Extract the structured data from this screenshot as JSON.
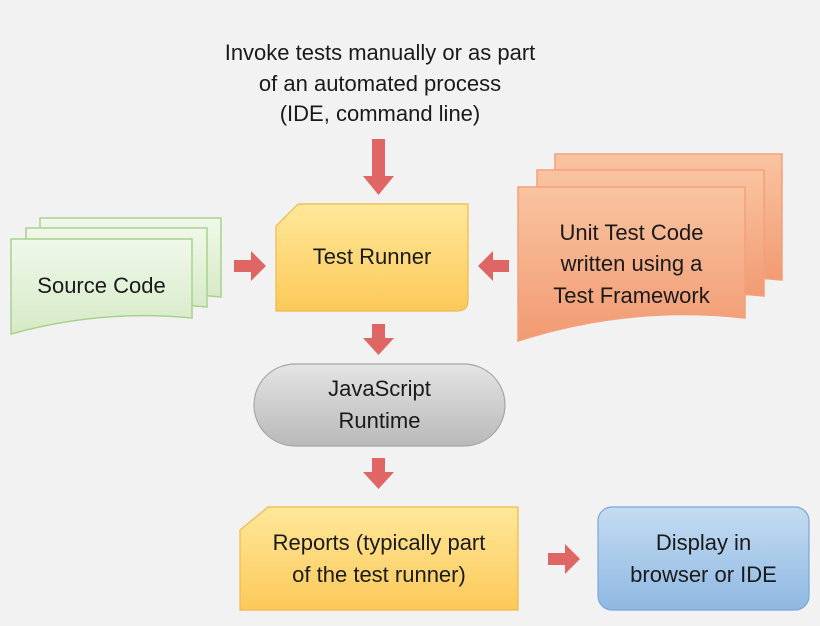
{
  "top_note": {
    "line1": "Invoke tests manually or as part",
    "line2": "of an automated process",
    "line3": "(IDE, command line)"
  },
  "nodes": {
    "source_code": "Source Code",
    "test_runner": "Test Runner",
    "unit_test": {
      "line1": "Unit Test Code",
      "line2": "written using a",
      "line3": "Test Framework"
    },
    "runtime": {
      "line1": "JavaScript",
      "line2": "Runtime"
    },
    "reports": {
      "line1": "Reports (typically part",
      "line2": "of the test runner)"
    },
    "display": {
      "line1": "Display in",
      "line2": "browser or IDE"
    }
  },
  "colors": {
    "arrow": "#e06666",
    "source_fill": "#e2f0d9",
    "source_stroke": "#a9d18e",
    "runner_fill": "#ffd966",
    "unit_fill": "#f4b183",
    "unit_stroke": "#f4a07a",
    "runtime_fill": "#c9c9c9",
    "reports_fill": "#ffd966",
    "display_fill": "#9dc3e6"
  }
}
